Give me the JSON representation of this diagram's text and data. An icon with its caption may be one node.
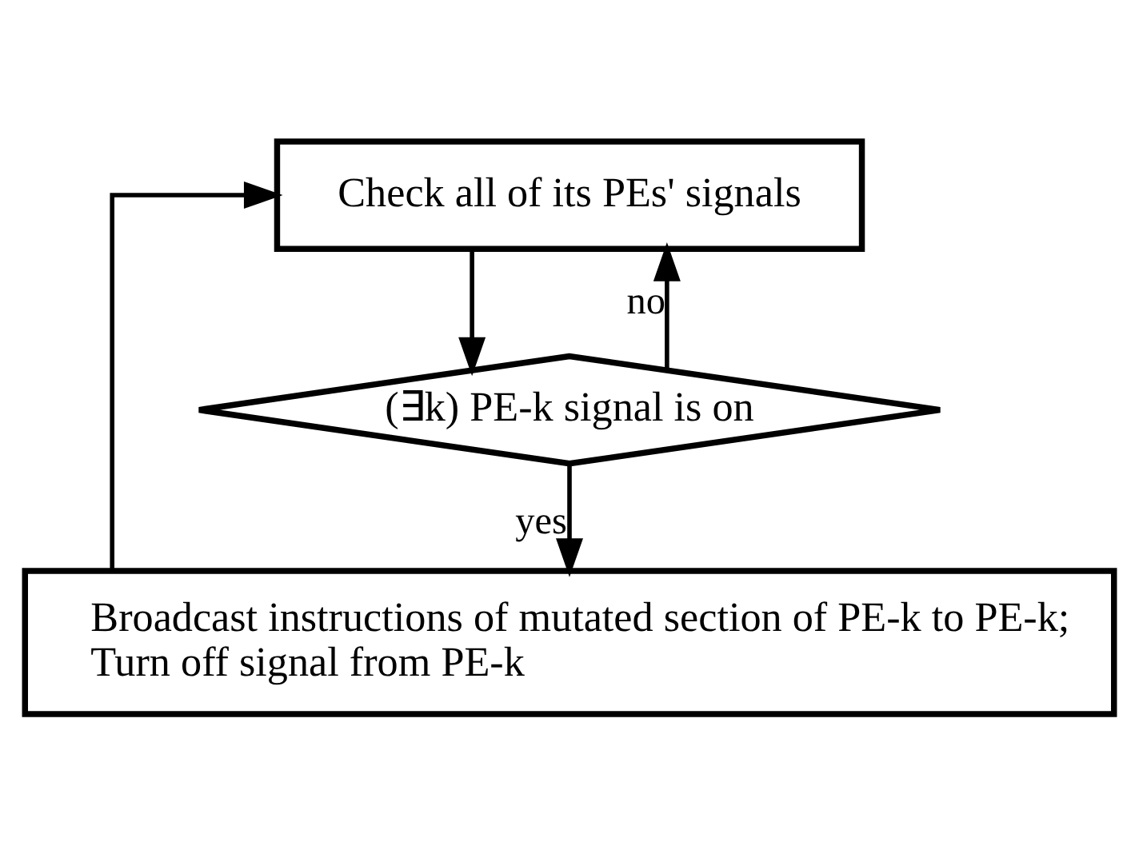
{
  "diagram": {
    "nodes": [
      {
        "text": [
          "Check all of its PEs' signals"
        ]
      },
      {
        "text": [
          "(∃k) PE-k signal is on"
        ]
      },
      {
        "text": [
          "Broadcast instructions of mutated section of PE-k to PE-k;",
          "Turn off signal from PE-k"
        ]
      }
    ],
    "edges": [
      {
        "from": 0,
        "to": 1,
        "arrow": "to"
      },
      {
        "from": 1,
        "to": 2,
        "arrow": "to",
        "label": "yes"
      },
      {
        "from": 1,
        "to": 0,
        "arrow": "to",
        "label": "no"
      },
      {
        "from": 2,
        "to": 0,
        "arrow": "to"
      }
    ]
  }
}
